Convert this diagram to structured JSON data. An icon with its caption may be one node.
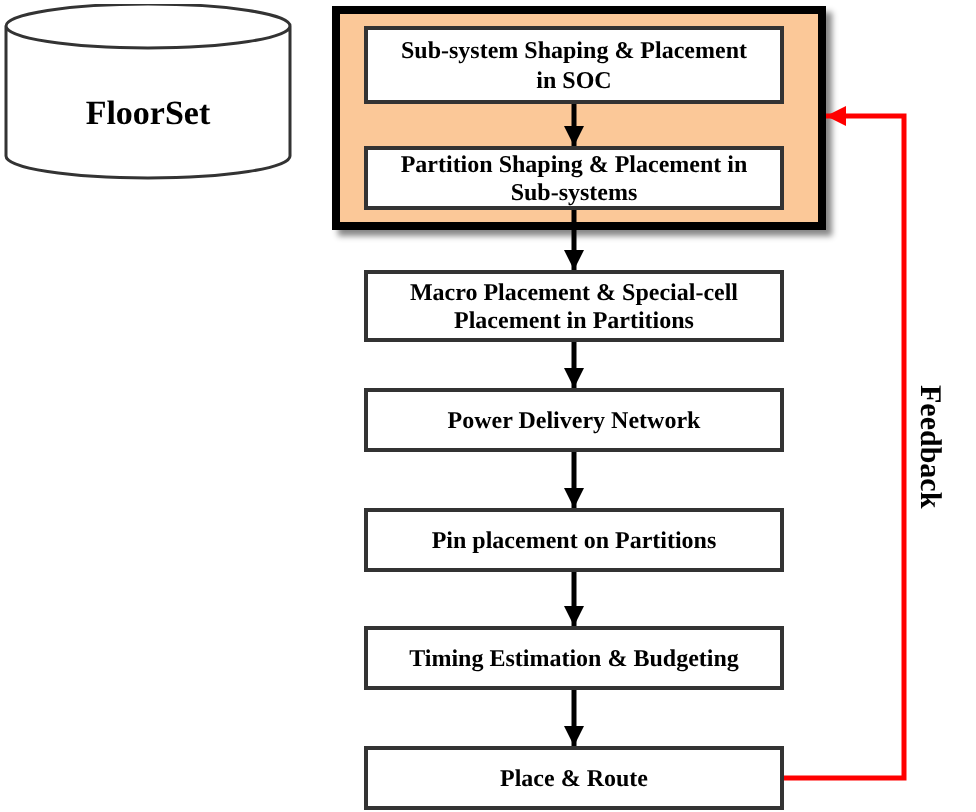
{
  "diagram": {
    "nodes": [
      {
        "text": [
          "FloorSet"
        ]
      },
      {
        "text": [],
        "shape": "box"
      },
      {
        "text": [
          "Sub-system Shaping & Placement in SOC"
        ],
        "in": 1
      },
      {
        "text": [
          "Partition Shaping & Placement in Sub-systems"
        ],
        "in": 1
      },
      {
        "text": [
          "Macro Placement & Special-cell Placement in Partitions"
        ]
      },
      {
        "text": [
          "Power Delivery Network"
        ]
      },
      {
        "text": [
          "Pin placement on Partitions"
        ]
      },
      {
        "text": [
          "Timing Estimation & Budgeting"
        ]
      },
      {
        "text": [
          "Place & Route"
        ]
      }
    ],
    "edges": [
      {
        "from": 2,
        "to": 3,
        "arrow": "to"
      },
      {
        "from": 3,
        "to": 4,
        "arrow": "to"
      },
      {
        "from": 4,
        "to": 5,
        "arrow": "to"
      },
      {
        "from": 5,
        "to": 6,
        "arrow": "to"
      },
      {
        "from": 6,
        "to": 7,
        "arrow": "to"
      },
      {
        "from": 7,
        "to": 8,
        "arrow": "to"
      },
      {
        "from": 8,
        "to": 1,
        "arrow": "to",
        "label": "Feedback",
        "color": "#ff0000"
      }
    ]
  }
}
